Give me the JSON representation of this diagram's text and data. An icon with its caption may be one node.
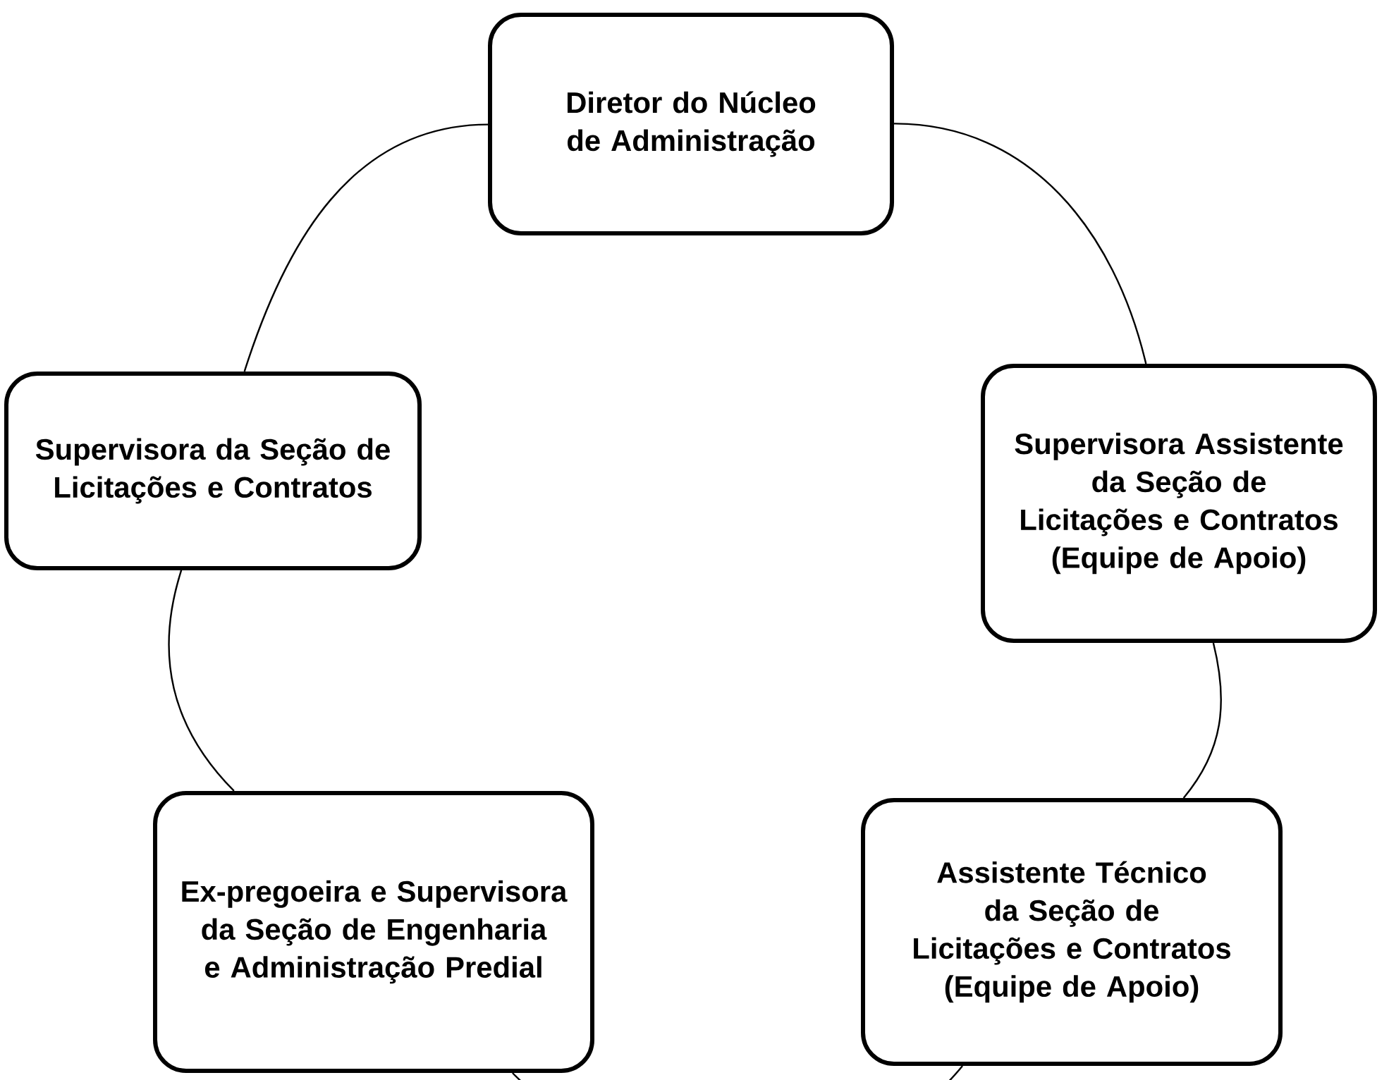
{
  "diagram": {
    "nodes": [
      {
        "text": [
          "Diretor do Núcleo de Administração"
        ]
      },
      {
        "text": [
          "Supervisora Assistente da Seção de Licitações e Contratos (Equipe de Apoio)"
        ]
      },
      {
        "text": [
          "Assistente Técnico da Seção de Licitações e Contratos (Equipe de Apoio)"
        ]
      },
      {
        "text": [
          "Ex-pregoeira e Supervisora da Seção de Engenharia e Administração Predial"
        ]
      },
      {
        "text": [
          "Supervisora da Seção de Licitações e Contratos"
        ]
      }
    ],
    "edges": [
      {
        "from": 0,
        "to": 1,
        "arrow": "none"
      },
      {
        "from": 1,
        "to": 2,
        "arrow": "none"
      },
      {
        "from": 2,
        "to": 3,
        "arrow": "none"
      },
      {
        "from": 3,
        "to": 4,
        "arrow": "none"
      },
      {
        "from": 4,
        "to": 0,
        "arrow": "none"
      }
    ]
  }
}
